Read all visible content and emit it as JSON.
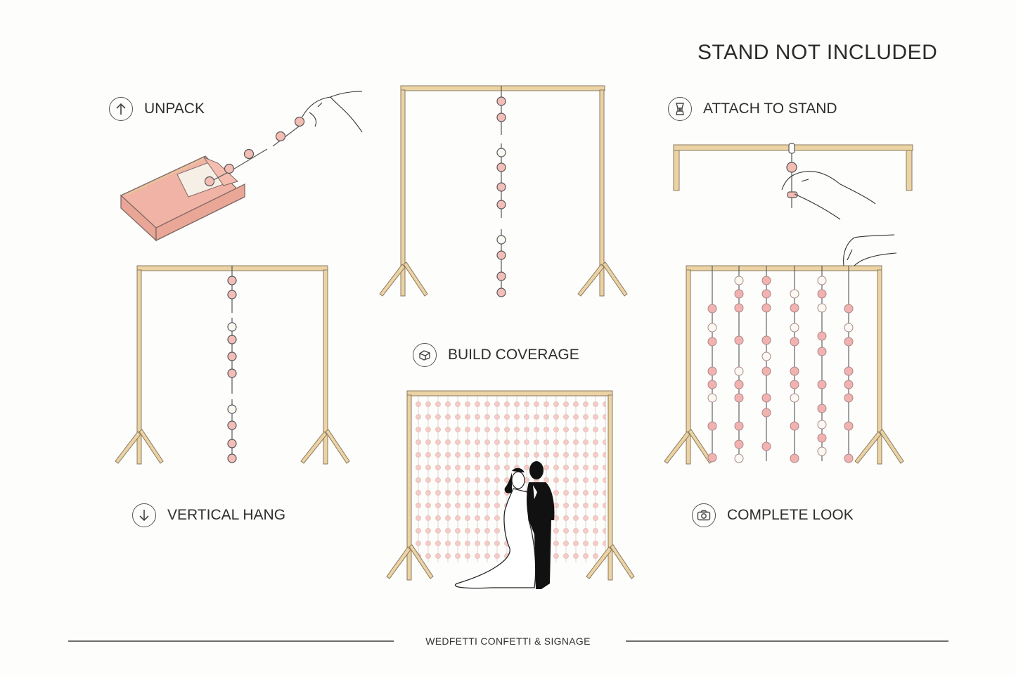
{
  "headline": "STAND NOT INCLUDED",
  "steps": [
    {
      "id": "unpack",
      "label": "UNPACK",
      "icon": "arrow-up-icon"
    },
    {
      "id": "attach",
      "label": "ATTACH TO STAND",
      "icon": "clip-hook-icon"
    },
    {
      "id": "build",
      "label": "BUILD COVERAGE",
      "icon": "box-icon"
    },
    {
      "id": "vertical",
      "label": "VERTICAL HANG",
      "icon": "arrow-down-icon"
    },
    {
      "id": "complete",
      "label": "COMPLETE LOOK",
      "icon": "camera-icon"
    }
  ],
  "footer": {
    "brand": "WEDFETTI CONFETTI & SIGNAGE"
  },
  "colors": {
    "wood": "#ecd3a4",
    "wood_outline": "#8a7a60",
    "pink": "#f2b8b5",
    "pink_outline": "#b98a86",
    "white_bead": "#fbf8f2",
    "box": "#f1b3a5",
    "text": "#2e2e2e"
  }
}
